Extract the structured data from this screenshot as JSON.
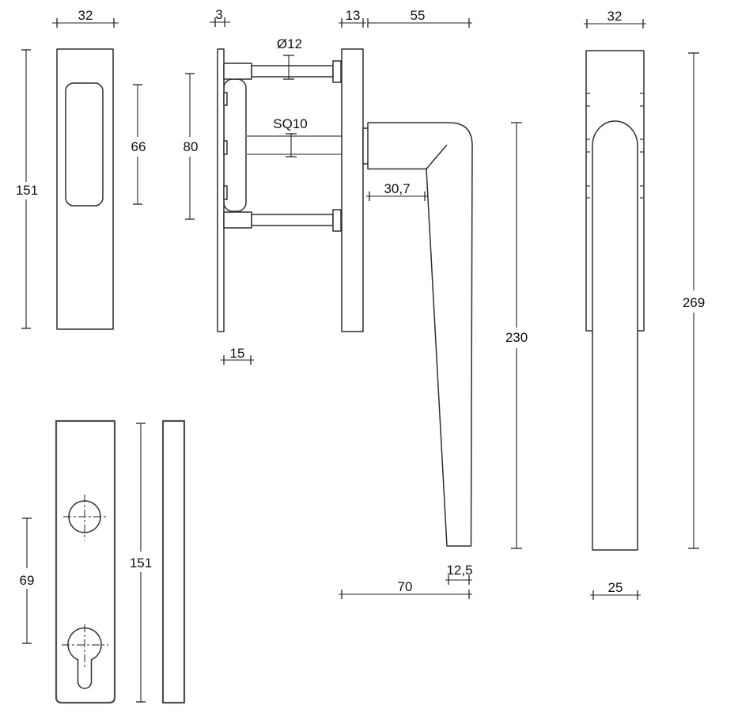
{
  "drawing": {
    "type": "technical-drawing",
    "subject": "window handle with flush plates - dimensioned views",
    "colors": {
      "line": "#2e2e2e",
      "heavy_line": "#4f4f4f",
      "spindle_line": "#8c8c8c",
      "dimension_text": "#111111",
      "background": "#ffffff"
    },
    "views": {
      "front_plate": {
        "width": "32",
        "height": "151",
        "recess_height": "66"
      },
      "side_assembly": {
        "plate_thickness": "3",
        "bolt_spacing": "80",
        "bolt_diameter": "Ø12",
        "spindle": "SQ10",
        "bolt_head_length": "15"
      },
      "handle_side": {
        "rose_thickness": "13",
        "grip_depth": "55",
        "neck_reach": "30,7",
        "handle_length": "230",
        "tip_width": "12,5",
        "reach": "70"
      },
      "handle_front": {
        "width": "32",
        "total_height": "269",
        "grip_width": "25"
      },
      "cylinder_plate": {
        "hole_spacing": "69",
        "height": "151"
      }
    }
  }
}
